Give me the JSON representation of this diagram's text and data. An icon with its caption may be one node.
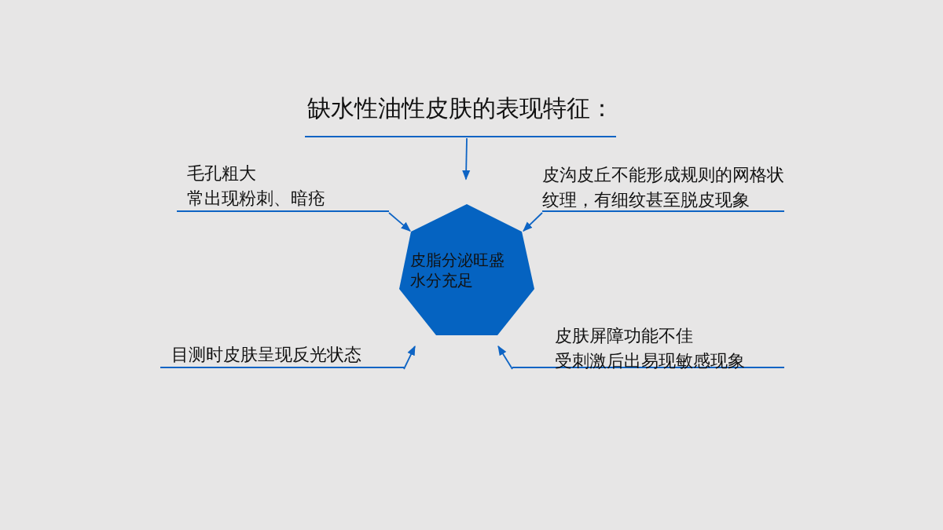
{
  "diagram": {
    "nodes": [
      {
        "text": [
          "缺水性油性皮肤的表现特征："
        ]
      },
      {
        "text": [
          "皮脂分泌旺盛",
          "水分充足"
        ]
      },
      {
        "text": [
          "毛孔粗大",
          "常出现粉刺、暗疮"
        ]
      },
      {
        "text": [
          "皮沟皮丘不能形成规则的网格状纹理，有细纹甚至脱皮现象"
        ]
      },
      {
        "text": [
          "目测时皮肤呈现反光状态"
        ]
      },
      {
        "text": [
          "皮肤屏障功能不佳",
          "受刺激后出易现敏感现象"
        ]
      }
    ],
    "edges": [
      {
        "from": 0,
        "to": 1,
        "arrow": "to"
      },
      {
        "from": 2,
        "to": 1,
        "arrow": "to"
      },
      {
        "from": 3,
        "to": 1,
        "arrow": "to"
      },
      {
        "from": 4,
        "to": 1,
        "arrow": "to"
      },
      {
        "from": 5,
        "to": 1,
        "arrow": "to"
      }
    ]
  }
}
